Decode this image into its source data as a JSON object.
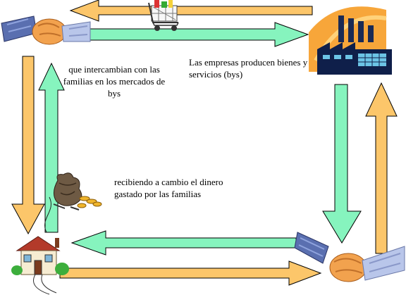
{
  "labels": {
    "empresas_producen": "Las empresas producen bienes y servicios (bys)",
    "intercambian": "que intercambian con las familias en los mercados de bys",
    "recibiendo": "recibiendo a cambio el dinero gastado por las familias"
  },
  "colors": {
    "goods_flow": "#fcc66a",
    "money_flow": "#86f4be",
    "arrow_outline": "#000000"
  },
  "icons": [
    "handshake-icon",
    "shopping-cart-icon",
    "factory-icon",
    "money-bag-icon",
    "house-icon"
  ]
}
